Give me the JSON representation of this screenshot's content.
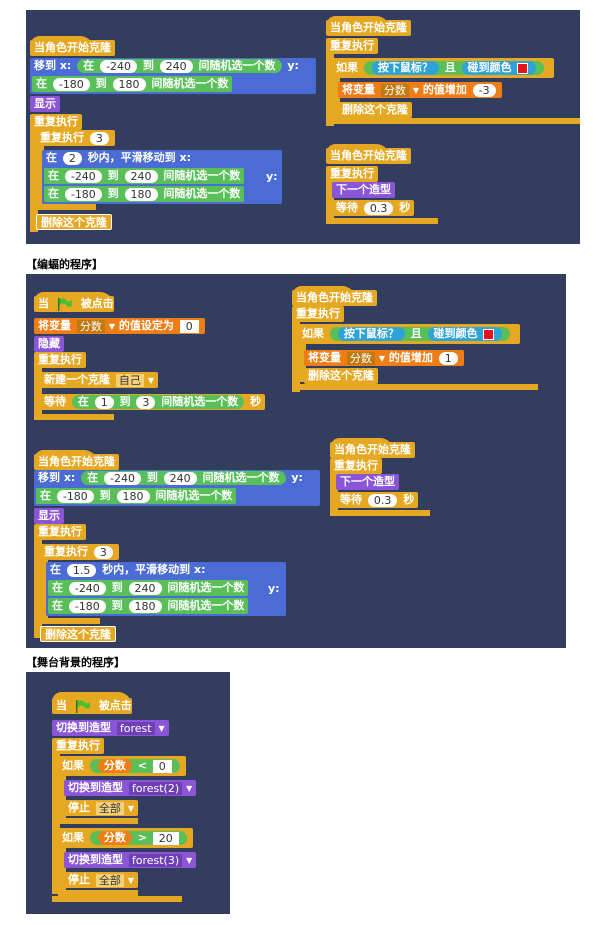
{
  "headings": {
    "bat": "【编蝠的程序】",
    "stage": "【舞台背景的程序】"
  },
  "common": {
    "when_clone": "当角色开始克隆",
    "when_flag": "当",
    "clicked": "被点击",
    "forever": "重复执行",
    "repeat": "重复执行",
    "if": "如果",
    "and": "且",
    "touching_color": "碰到颜色",
    "mouse_down": "按下鼠标？",
    "change_var": "将变量",
    "change_by": "的值增加",
    "set_var_to": "的值设定为",
    "delete_clone": "删除这个克隆",
    "show": "显示",
    "hide": "隐藏",
    "next_costume": "下一个造型",
    "wait": "等待",
    "seconds": "秒",
    "goto_xy": "移到 x:",
    "y": "y:",
    "at": "在",
    "to": "到",
    "pick_random": "间随机选一个数",
    "glide_in": "秒内，平滑移动到 x:",
    "create_clone_of": "新建一个克隆",
    "myself": "自己",
    "switch_backdrop": "切换到造型",
    "stop": "停止",
    "all": "全部",
    "variable": "分数",
    "lt": "<",
    "gt": ">"
  },
  "script1": {
    "n1": "-240",
    "n2": "240",
    "n3": "-180",
    "n4": "180",
    "repeat_n": "3",
    "glide_t": "2",
    "n5": "-240",
    "n6": "240",
    "n7": "-180",
    "n8": "180"
  },
  "script2": {
    "change_n": "-3"
  },
  "script3": {
    "wait_t": "0.3"
  },
  "bat1": {
    "set_n": "0",
    "wait_a": "1",
    "wait_b": "3"
  },
  "bat2": {
    "change_n": "1"
  },
  "bat3": {
    "n1": "-240",
    "n2": "240",
    "n3": "-180",
    "n4": "180",
    "repeat_n": "3",
    "glide_t": "1.5",
    "n5": "-240",
    "n6": "240",
    "n7": "-180",
    "n8": "180"
  },
  "bat4": {
    "wait_t": "0.3"
  },
  "stage": {
    "backdrop1": "forest",
    "cmp1_n": "0",
    "backdrop2": "forest(2)",
    "cmp2_n": "20",
    "backdrop3": "forest(3)"
  },
  "colors": {
    "panel": "#333d5e",
    "event": "#e6a823",
    "motion": "#4a6cd4",
    "operator": "#59c059",
    "looks": "#8a55d7",
    "data": "#ee7d16",
    "sensing": "#2ea3d8"
  }
}
